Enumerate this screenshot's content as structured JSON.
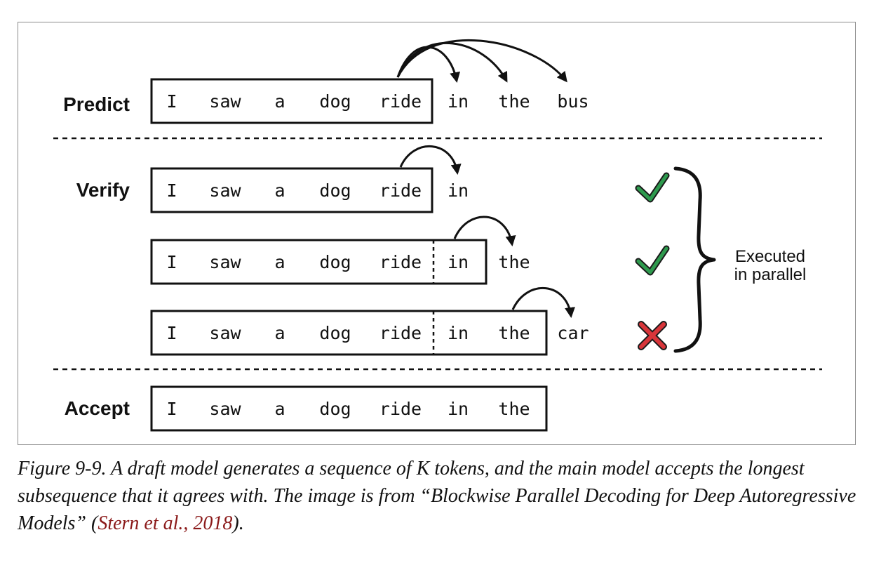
{
  "stages": {
    "predict": "Predict",
    "verify": "Verify",
    "accept": "Accept"
  },
  "rows": {
    "predict": {
      "boxed": [
        "I",
        "saw",
        "a",
        "dog",
        "ride"
      ],
      "after": [
        "in",
        "the",
        "bus"
      ]
    },
    "verify1": {
      "boxed": [
        "I",
        "saw",
        "a",
        "dog",
        "ride"
      ],
      "after": [
        "in"
      ],
      "status": "accepted"
    },
    "verify2": {
      "boxed": [
        "I",
        "saw",
        "a",
        "dog",
        "ride",
        "in"
      ],
      "after": [
        "the"
      ],
      "status": "accepted"
    },
    "verify3": {
      "boxed": [
        "I",
        "saw",
        "a",
        "dog",
        "ride",
        "in",
        "the"
      ],
      "after": [
        "car"
      ],
      "status": "rejected"
    },
    "accept": {
      "boxed": [
        "I",
        "saw",
        "a",
        "dog",
        "ride",
        "in",
        "the"
      ],
      "after": []
    }
  },
  "parallel_note": {
    "line1": "Executed",
    "line2": "in parallel"
  },
  "colors": {
    "check": "#2e9a4e",
    "cross": "#d8353a",
    "citation": "#8b1a1a"
  },
  "icons": {
    "accepted": "check-icon",
    "rejected": "cross-icon"
  },
  "caption": {
    "text": "Figure 9-9. A draft model generates a sequence of K tokens, and the main model accepts the longest subsequence that it agrees with. The image is from “Blockwise Parallel Decoding for Deep Autoregressive Models” (",
    "citation": "Stern et al., 2018",
    "tail": ")."
  }
}
